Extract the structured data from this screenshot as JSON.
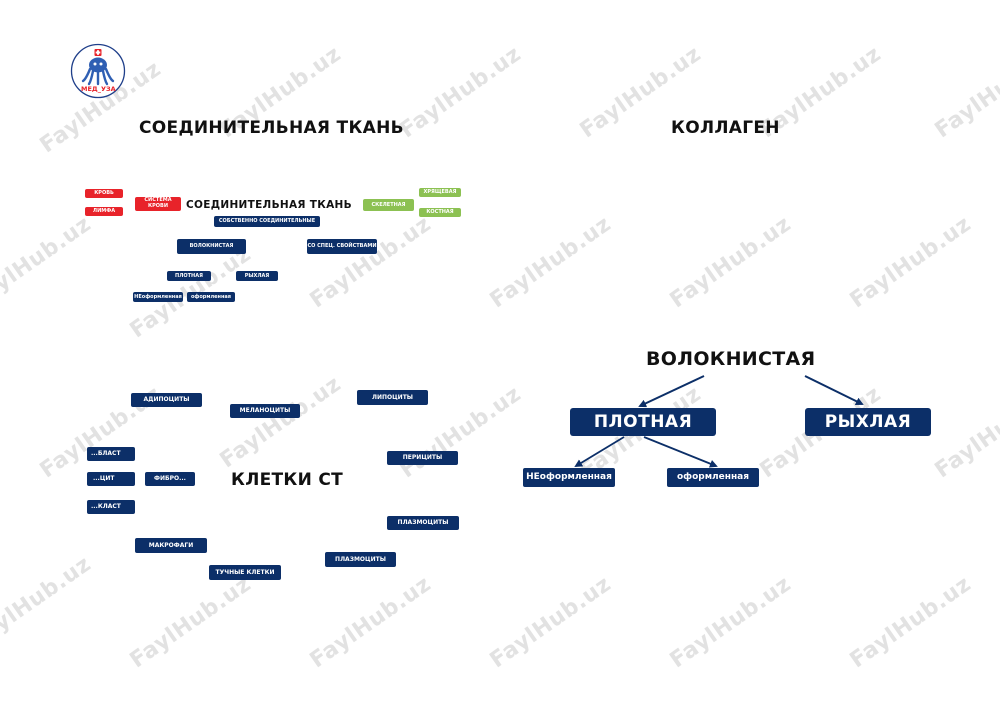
{
  "watermark": "FaylHub.uz",
  "logo": {
    "text": "МЕД_УЗА"
  },
  "sections": {
    "tissue_title": "СОЕДИНИТЕЛЬНАЯ ТКАНЬ",
    "collagen_title": "КОЛЛАГЕН",
    "cells_title": "КЛЕТКИ  СТ"
  },
  "tissue_diagram": {
    "center_title": "СОЕДИНИТЕЛЬНАЯ ТКАНЬ",
    "blood": "КРОВЬ",
    "lymph": "ЛИМФА",
    "blood_system": "СИСТЕМА КРОВИ",
    "skeletal": "СКЕЛЕТНАЯ",
    "cartilage": "ХРЯЩЕВАЯ",
    "bone": "КОСТНАЯ",
    "proper": "СОБСТВЕННО СОЕДИНИТЕЛЬНЫЕ",
    "fibrous": "ВОЛОКНИСТАЯ",
    "special": "СО СПЕЦ. СВОЙСТВАМИ",
    "dense": "ПЛОТНАЯ",
    "loose": "РЫХЛАЯ",
    "unformed": "НЕоформленная",
    "formed": "оформленная"
  },
  "cells": {
    "adipocytes": "АДИПОЦИТЫ",
    "melanocytes": "МЕЛАНОЦИТЫ",
    "lipocytes": "ЛИПОЦИТЫ",
    "blast": "...БЛАСТ",
    "pericytes": "ПЕРИЦИТЫ",
    "cyt": "...ЦИТ",
    "fibro": "ФИБРО...",
    "klast": "...КЛАСТ",
    "plasmocytes_1": "ПЛАЗМОЦИТЫ",
    "macrophages": "МАКРОФАГИ",
    "plasmocytes_2": "ПЛАЗМОЦИТЫ",
    "mast_cells": "ТУЧНЫЕ КЛЕТКИ"
  },
  "fibrous_diagram": {
    "title": "ВОЛОКНИСТАЯ",
    "dense": "ПЛОТНАЯ",
    "loose": "РЫХЛАЯ",
    "unformed": "НЕоформленная",
    "formed": "оформленная"
  },
  "colors": {
    "navy": "#0c2f68",
    "red": "#e8232a",
    "green": "#8cc152",
    "watermark": "#969696"
  }
}
